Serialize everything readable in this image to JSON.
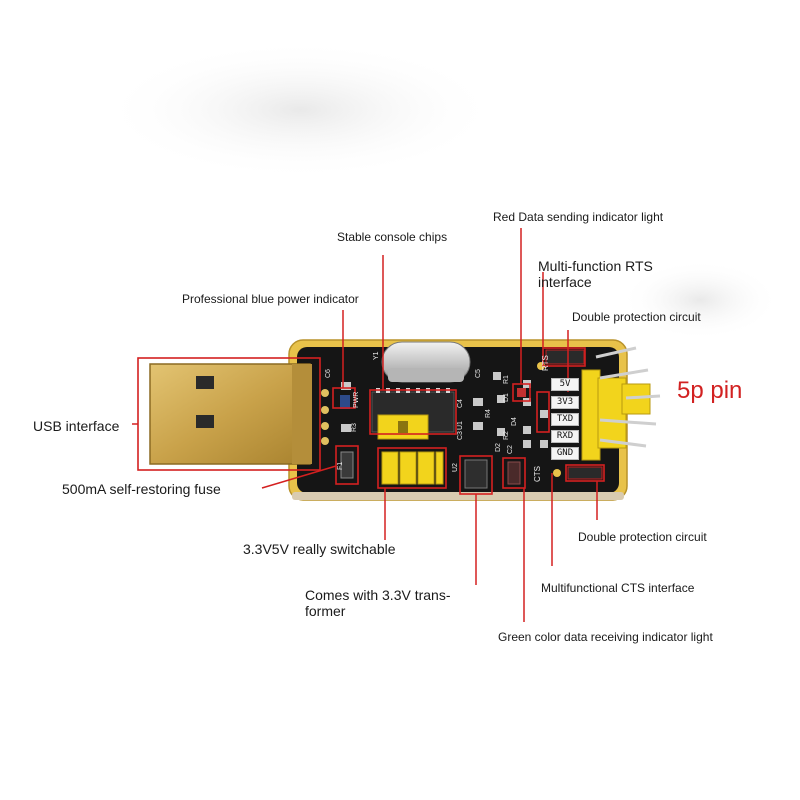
{
  "annotations": {
    "red_led": "Red Data sending indicator light",
    "console_chip": "Stable console chips",
    "rts": "Multi-function RTS interface",
    "power_led": "Professional blue power indicator",
    "protection_top": "Double protection circuit",
    "pins": "5p pin",
    "usb": "USB interface",
    "fuse": "500mA self-restoring fuse",
    "switch": "3.3V5V really switchable",
    "protection_bottom": "Double protection circuit",
    "transformer": "Comes with 3.3V trans-former",
    "cts": "Multifunctional CTS interface",
    "green_led": "Green color data receiving indicator light"
  },
  "board": {
    "pin_labels": [
      "5V",
      "3V3",
      "TXD",
      "RXD",
      "GND"
    ],
    "rts_silk": "RTS",
    "cts_silk": "CTS",
    "pwr_silk": "PWR",
    "chip_ref": "U1",
    "ldo_ref": "U2",
    "crystal_ref": "Y1",
    "refs": [
      "C6",
      "R3",
      "F1",
      "C4",
      "C3",
      "C5",
      "R1",
      "D1",
      "R2",
      "D4",
      "C2",
      "R4",
      "D2"
    ]
  },
  "colors": {
    "annotation_red": "#d42020",
    "board_black": "#151515",
    "gold_edge": "#e8c24a",
    "header_yellow": "#f2d41c",
    "usb_gold": "#c9a24a"
  }
}
